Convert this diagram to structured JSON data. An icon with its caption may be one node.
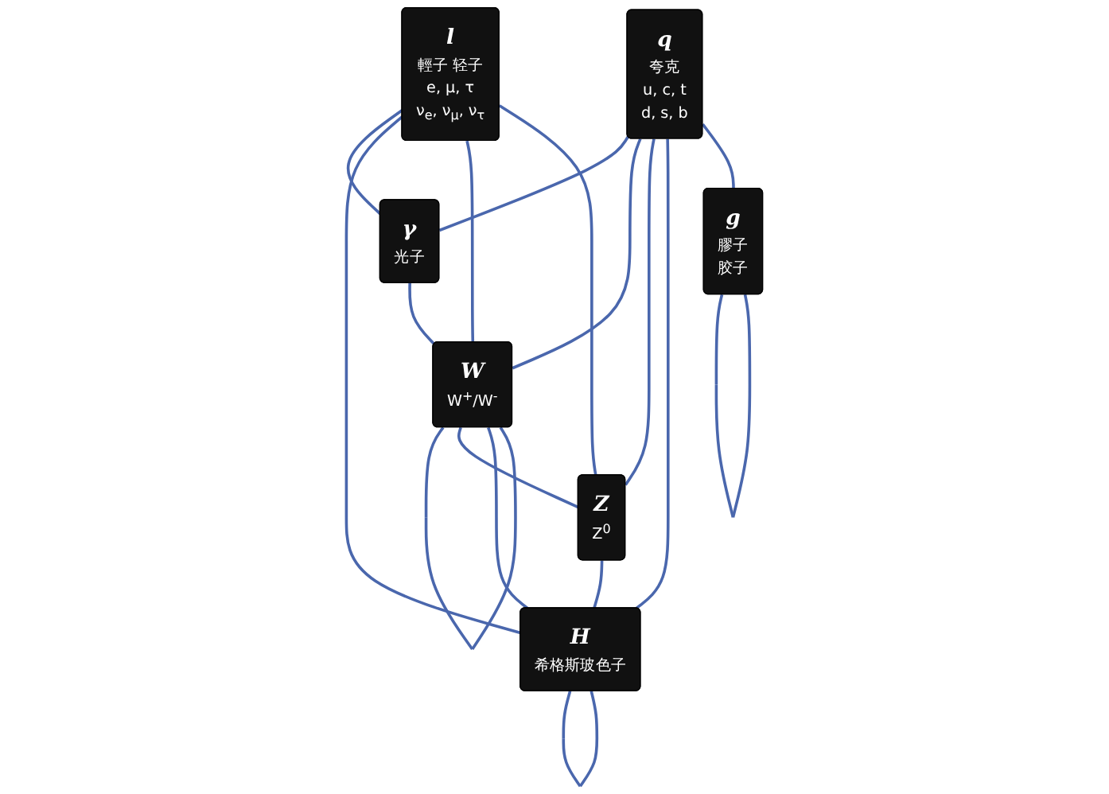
{
  "diagram": {
    "nodes": [
      {
        "text": [
          "l",
          "輕子 轻子",
          "e, μ, τ",
          "ν$_{e}$, ν$_{μ}$, ν$_{τ}$"
        ]
      },
      {
        "text": [
          "q",
          "夸克",
          "u, c, t",
          "d, s, b"
        ]
      },
      {
        "text": [
          "γ",
          "光子"
        ]
      },
      {
        "text": [
          "W",
          "W$^{+}$/W$^{-}$"
        ]
      },
      {
        "text": [
          "Z",
          "Z$^{0}$"
        ]
      },
      {
        "text": [
          "g",
          "膠子",
          "胶子"
        ]
      },
      {
        "text": [
          "H",
          "希格斯玻色子"
        ]
      }
    ],
    "edges": [
      {
        "from": 0,
        "to": 2,
        "arrow": "none"
      },
      {
        "from": 0,
        "to": 6,
        "arrow": "none"
      },
      {
        "from": 0,
        "to": 3,
        "arrow": "none"
      },
      {
        "from": 0,
        "to": 4,
        "arrow": "none"
      },
      {
        "from": 1,
        "to": 2,
        "arrow": "none"
      },
      {
        "from": 1,
        "to": 3,
        "arrow": "none"
      },
      {
        "from": 1,
        "to": 4,
        "arrow": "none"
      },
      {
        "from": 1,
        "to": 6,
        "arrow": "none"
      },
      {
        "from": 1,
        "to": 5,
        "arrow": "none"
      },
      {
        "from": 3,
        "to": 3,
        "arrow": "none"
      },
      {
        "from": 2,
        "to": 3,
        "arrow": "none"
      },
      {
        "from": 3,
        "to": 4,
        "arrow": "none"
      },
      {
        "from": 5,
        "to": 5,
        "arrow": "none"
      },
      {
        "from": 3,
        "to": 6,
        "arrow": "none"
      },
      {
        "from": 4,
        "to": 6,
        "arrow": "none"
      },
      {
        "from": 6,
        "to": 6,
        "arrow": "none"
      }
    ]
  }
}
